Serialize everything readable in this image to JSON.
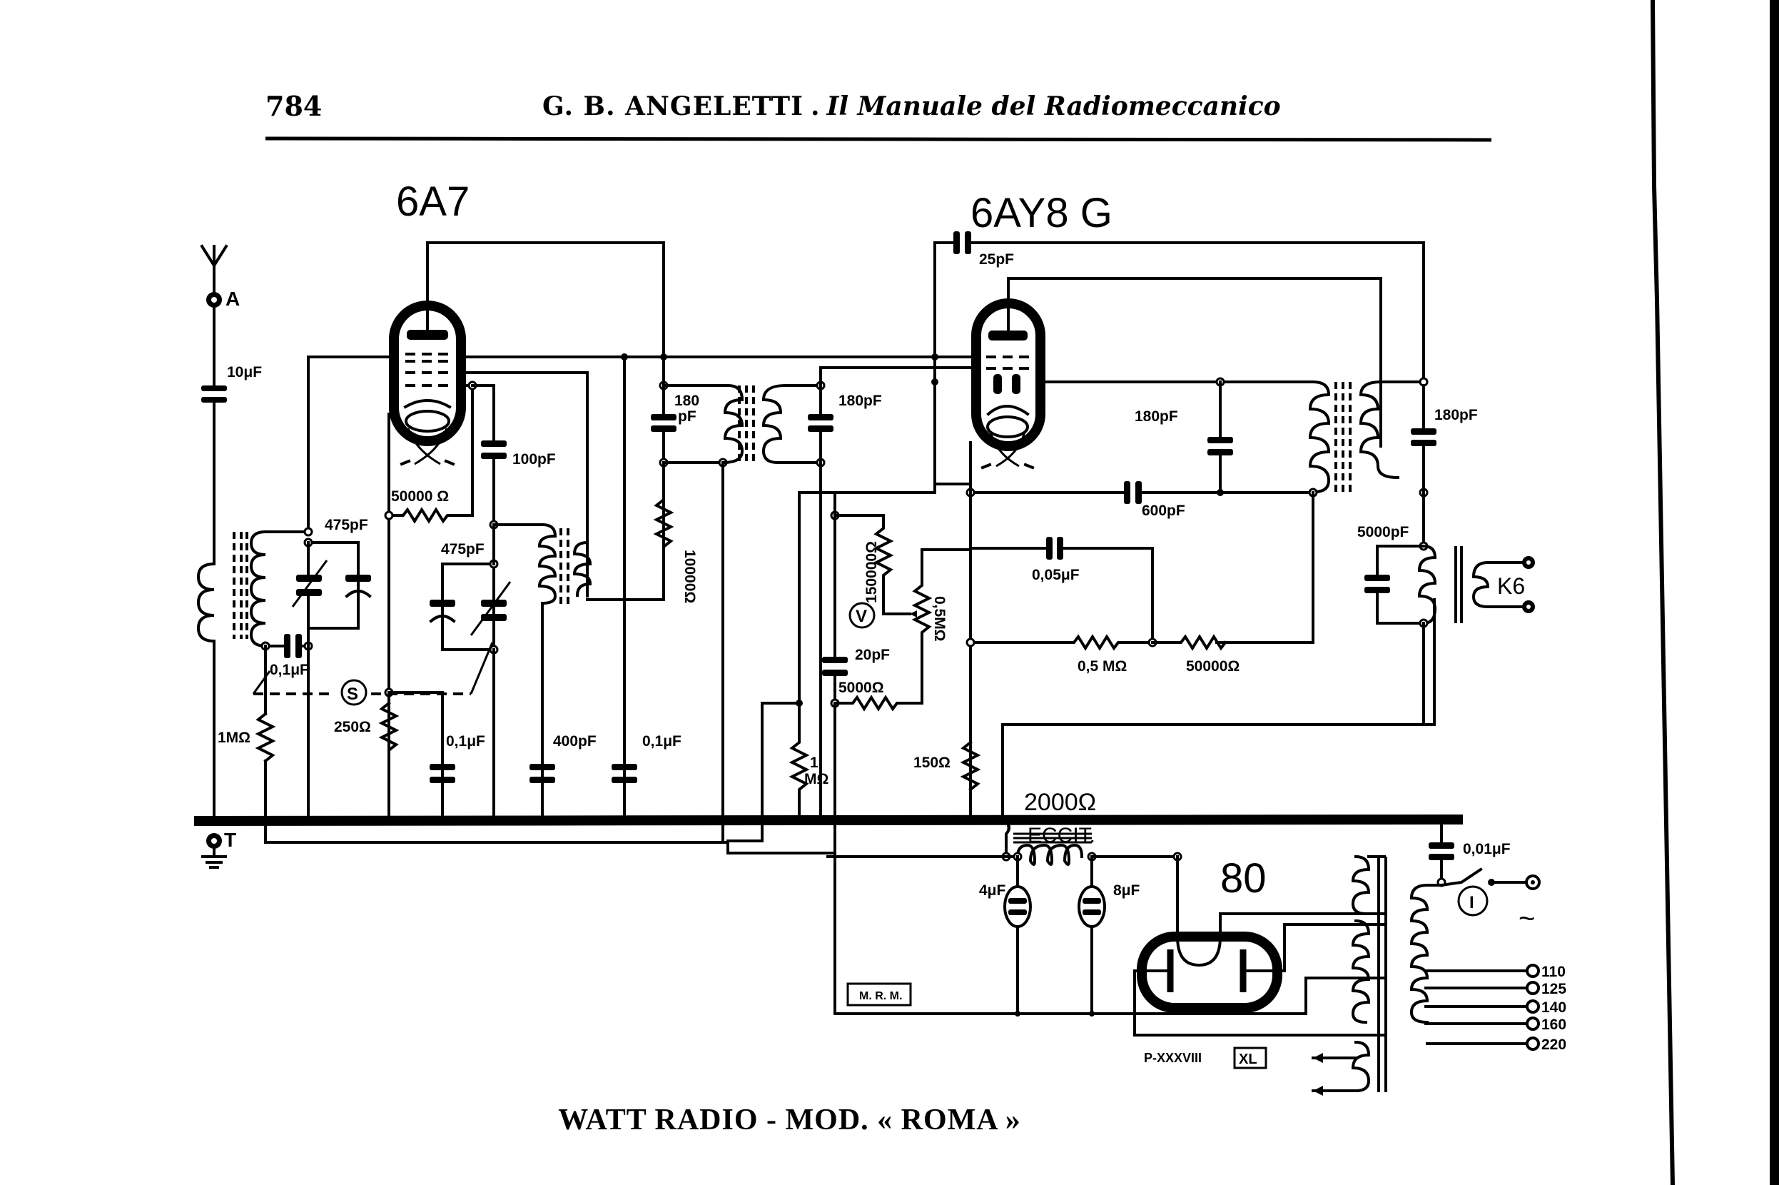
{
  "page": {
    "number": "784",
    "running_head": {
      "author": "G. B. ANGELETTI",
      "separator": ".",
      "title": "Il Manuale del Radiomeccanico"
    },
    "caption": "WATT RADIO - MOD. « ROMA »"
  },
  "schematic": {
    "tubes": {
      "converter": "6A7",
      "if_detector": "6AY8 G",
      "rectifier": "80"
    },
    "terminals": {
      "antenna": "A",
      "ground": "T",
      "speaker": "K6",
      "mains_symbol": "~"
    },
    "indicators": {
      "switch_s": "S",
      "volume_v": "V",
      "power_switch": "I"
    },
    "components": {
      "antenna_cap": "10μF",
      "tuning_cap_1": "475pF",
      "tuning_cap_2": "475pF",
      "grid_leak_osc": "50000 Ω",
      "osc_coupling_cap": "100pF",
      "cap_01_a": "0,1μF",
      "res_1m_a": "1MΩ",
      "res_250": "250Ω",
      "cap_01_b": "0,1μF",
      "cap_400": "400pF",
      "cap_01_c": "0,1μF",
      "if1_cap_a_line1": "180",
      "if1_cap_a_line2": "pF",
      "if1_cap_b": "180pF",
      "res_10000": "10000Ω",
      "cap_25": "25pF",
      "res_150000": "150000Ω",
      "pot_05m": "0,5MΩ",
      "cap_20": "20pF",
      "res_5000": "5000Ω",
      "res_1m_b_line1": "1",
      "res_1m_b_line2": "MΩ",
      "res_150": "150Ω",
      "if2_cap_a": "180pF",
      "cap_600": "600pF",
      "cap_005": "0,05μF",
      "res_05m": "0,5 MΩ",
      "res_50000": "50000Ω",
      "if2_cap_b": "180pF",
      "cap_5000": "5000pF",
      "res_2000": "2000Ω",
      "field_coil": "ECCIT.",
      "filter_cap_4": "4μF",
      "filter_cap_8": "8μF",
      "mains_cap": "0,01μF"
    },
    "labels": {
      "mrm_box": "M. R. M.",
      "transformer_code": "P-XXXVIII",
      "transformer_code_box": "XL"
    },
    "mains_taps": [
      "110",
      "125",
      "140",
      "160",
      "220"
    ]
  }
}
